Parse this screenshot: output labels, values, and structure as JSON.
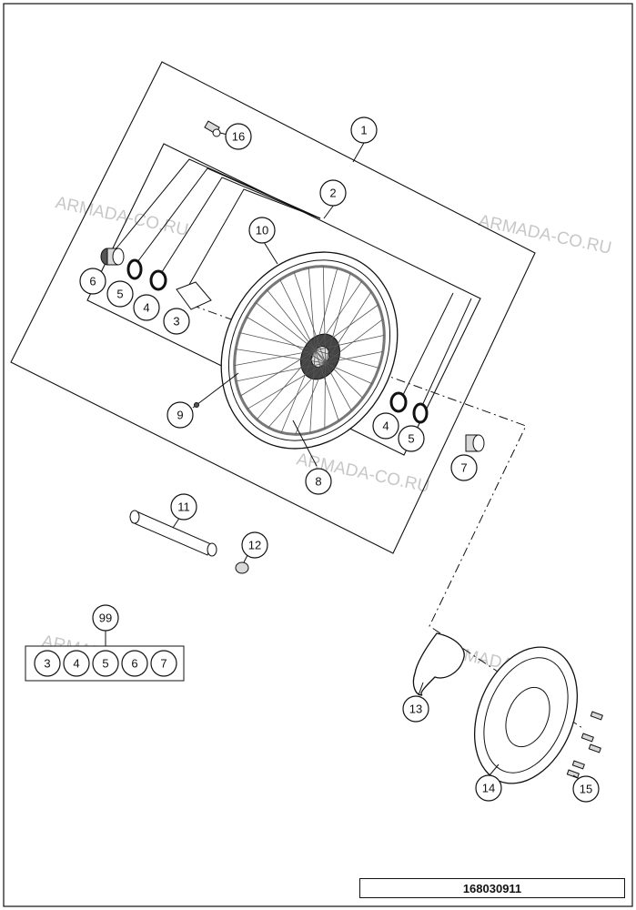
{
  "diagram": {
    "watermark": "ARMADA-CO.RU",
    "document_number": "168030911",
    "callouts": {
      "c1": "1",
      "c2": "2",
      "c3": "3",
      "c4a": "4",
      "c5a": "5",
      "c6a": "6",
      "c4b": "4",
      "c5b": "5",
      "c7a": "7",
      "c8": "8",
      "c9": "9",
      "c10": "10",
      "c11": "11",
      "c12": "12",
      "c13": "13",
      "c14": "14",
      "c15": "15",
      "c16": "16",
      "c99": "99"
    },
    "kit_99_items": [
      "3",
      "4",
      "5",
      "6",
      "7"
    ]
  }
}
